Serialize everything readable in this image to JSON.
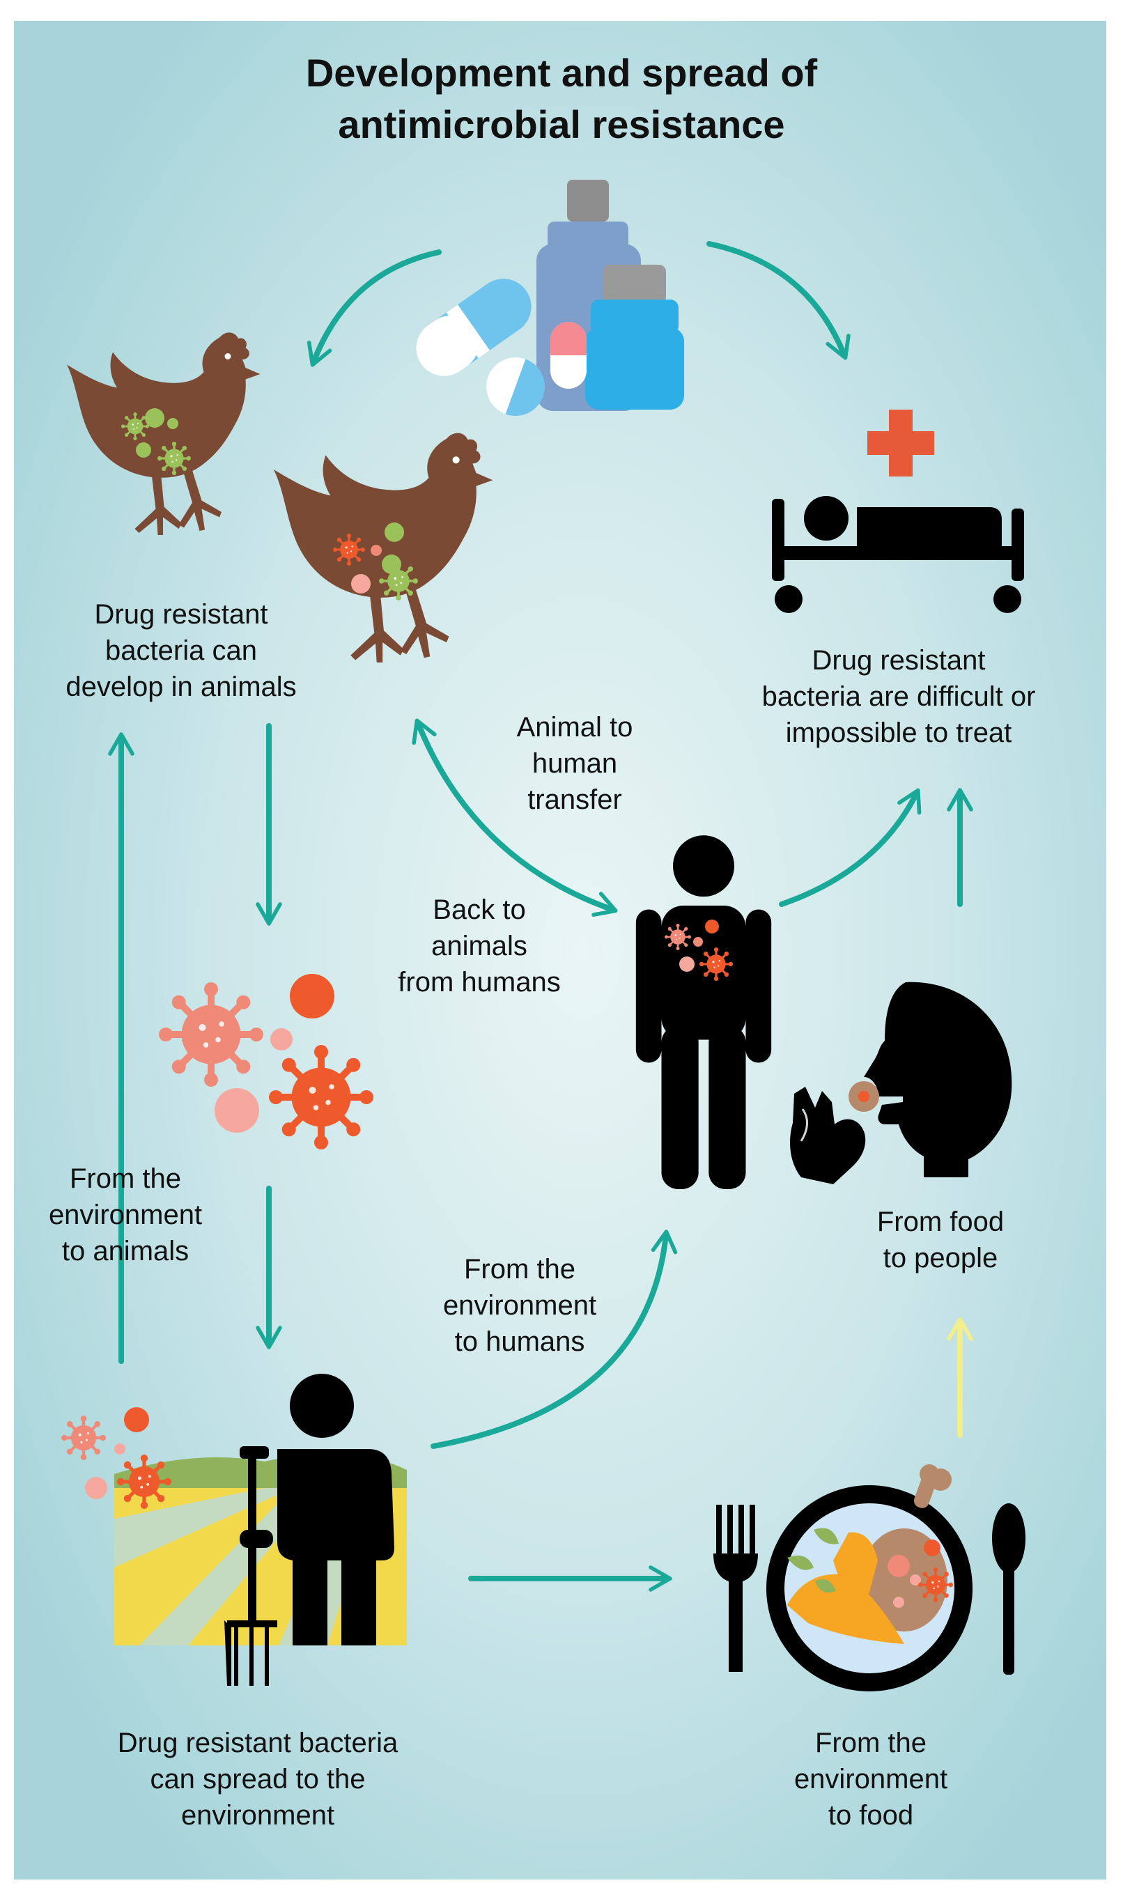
{
  "title": {
    "line1": "Development and spread of",
    "line2": "antimicrobial resistance"
  },
  "labels": {
    "animals_develop": [
      "Drug resistant",
      "bacteria can",
      "develop in animals"
    ],
    "difficult_treat": [
      "Drug resistant",
      "bacteria are difficult or",
      "impossible to treat"
    ],
    "animal_to_human": [
      "Animal to",
      "human",
      "transfer"
    ],
    "back_to_animals": [
      "Back to",
      "animals",
      "from humans"
    ],
    "env_to_animals": [
      "From the",
      "environment",
      "to animals"
    ],
    "env_to_humans": [
      "From the",
      "environment",
      "to humans"
    ],
    "food_to_people": [
      "From food",
      "to people"
    ],
    "spread_to_env": [
      "Drug resistant bacteria",
      "can spread to the",
      "environment"
    ],
    "env_to_food": [
      "From the",
      "environment",
      "to food"
    ]
  },
  "colors": {
    "background_center": "#e6f2f3",
    "background_edge": "#a8d5da",
    "arrow_teal": "#1aa898",
    "arrow_yellow": "#f3ee8c",
    "chicken_brown": "#7a4a35",
    "bacteria_green": "#9bc25a",
    "bacteria_red": "#ee5a2b",
    "bacteria_salmon": "#f08a78",
    "bacteria_pink": "#f6a89e",
    "cross_red": "#e65a3a",
    "field_yellow": "#f2d84b",
    "field_green": "#8fb25a",
    "carrot_orange": "#f6a623",
    "plate_blue": "#cfe6f7",
    "silhouette_black": "#000000"
  },
  "icons": [
    "medicine-bottles-and-pills-icon",
    "chicken-icon",
    "hospital-bed-patient-icon",
    "red-cross-icon",
    "bacteria-icon",
    "human-figure-icon",
    "human-head-eating-icon",
    "farmer-with-pitchfork-icon",
    "plate-with-food-icon",
    "fork-icon",
    "spoon-icon"
  ]
}
